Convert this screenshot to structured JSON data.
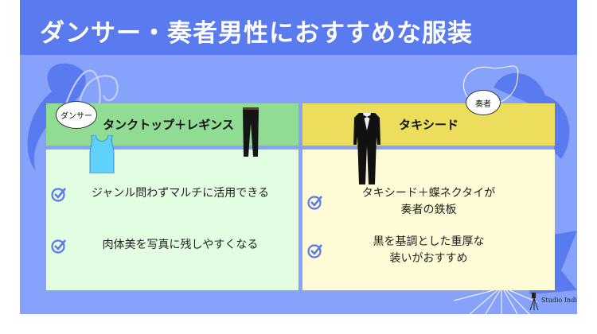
{
  "title": "ダンサー・奏者男性におすすめな服装",
  "left": {
    "bubble": "ダンサー",
    "heading": "タンクトップ＋レギンス",
    "items": [
      "ジャンル問わずマルチに活用できる",
      "肉体美を写真に残しやすくなる"
    ],
    "colors": {
      "head": "#8fdc92",
      "body": "#e2fde2"
    }
  },
  "right": {
    "bubble": "奏者",
    "heading": "タキシード",
    "items": [
      [
        "タキシード＋蝶ネクタイが",
        "奏者の鉄板"
      ],
      [
        "黒を基調とした重厚な",
        "装いがおすすめ"
      ]
    ],
    "colors": {
      "head": "#ecde5c",
      "body": "#fefbd6"
    }
  },
  "credit": "Studio Indi",
  "colors": {
    "header": "#5a7bef",
    "background": "#86a2fb",
    "check": "#5a7bef"
  }
}
